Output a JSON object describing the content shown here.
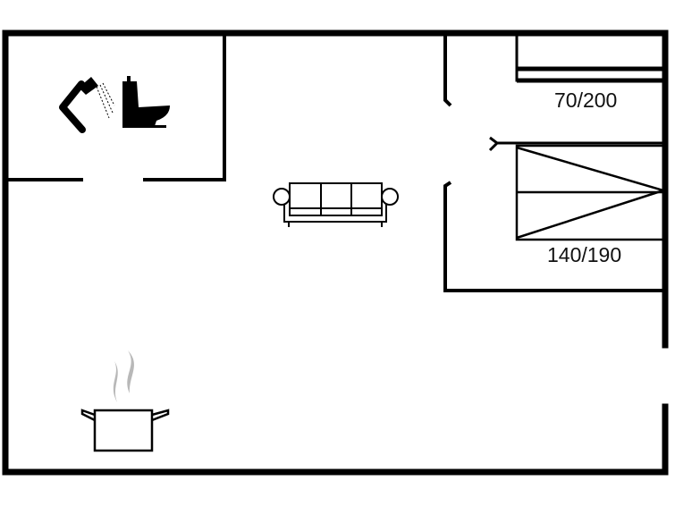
{
  "plan": {
    "beds": [
      {
        "label": "70/200"
      },
      {
        "label": "140/190"
      }
    ],
    "rooms": [
      "bathroom",
      "living-room",
      "bedroom",
      "kitchen"
    ],
    "colors": {
      "wall": "#000000",
      "steam": "#b8b8b8",
      "background": "#ffffff"
    }
  }
}
